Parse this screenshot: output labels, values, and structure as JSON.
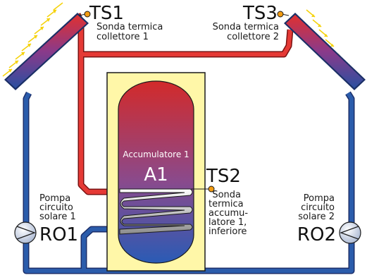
{
  "colors": {
    "hot_pipe": "#e53935",
    "cold_pipe": "#2b5cab",
    "tank_housing": "#fff7a8",
    "sensor": "#f39c12",
    "sun_ray": "#f5d20a"
  },
  "sensors": {
    "ts1": {
      "code": "TS1",
      "desc_line1": "Sonda termica",
      "desc_line2": "collettore 1"
    },
    "ts3": {
      "code": "TS3",
      "desc_line1": "Sonda termica",
      "desc_line2": "collettore 2"
    },
    "ts2": {
      "code": "TS2",
      "desc": [
        "Sonda",
        "termica",
        "accumu-",
        "latore 1,",
        "inferiore"
      ]
    }
  },
  "tank": {
    "label": "Accumulatore 1",
    "code": "A1"
  },
  "pumps": {
    "ro1": {
      "desc": [
        "Pompa",
        "circuito",
        "solare 1"
      ],
      "code": "RO1"
    },
    "ro2": {
      "desc": [
        "Pompa",
        "circuito",
        "solare 2"
      ],
      "code": "RO2"
    }
  }
}
